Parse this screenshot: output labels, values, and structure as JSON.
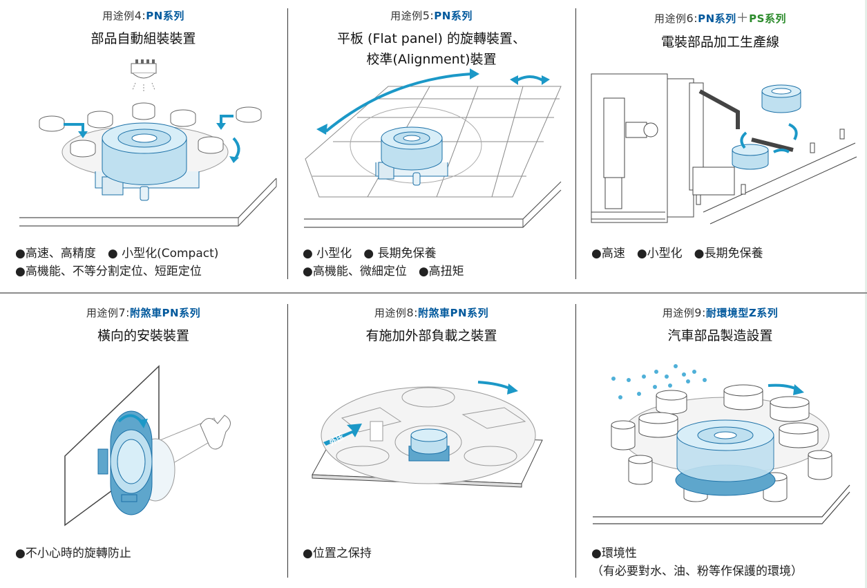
{
  "colors": {
    "accent_blue": "#00589c",
    "cyan": "#1b98c7",
    "green": "#2a8a2a",
    "line": "#555555"
  },
  "panels": [
    {
      "app_prefix": "用途例",
      "num": "4:",
      "series": "PN系列",
      "series2": "",
      "title1": "部品自動組裝裝置",
      "title2": "",
      "bullets": [
        "●高速、高精度　● 小型化(Compact)",
        "●高機能、不等分割定位、短距定位"
      ]
    },
    {
      "app_prefix": "用途例",
      "num": "5:",
      "series": "PN系列",
      "series2": "",
      "title1": "平板 (Flat panel) 的旋轉裝置、",
      "title2": "校準(Alignment)裝置",
      "bullets": [
        "● 小型化　● 長期免保養",
        "●高機能、微細定位　●高扭矩"
      ]
    },
    {
      "app_prefix": "用途例",
      "num": "6:",
      "series": "PN系列",
      "plus": "＋",
      "series2": "PS系列",
      "title1": "電裝部品加工生產線",
      "title2": "",
      "bullets": [
        "●高速　●小型化　●長期免保養"
      ]
    },
    {
      "app_prefix": "用途例",
      "num": "7:",
      "series": "附煞車PN系列",
      "series2": "",
      "title1": "橫向的安裝裝置",
      "title2": "",
      "bullets": [
        "●不小心時的旋轉防止"
      ]
    },
    {
      "app_prefix": "用途例",
      "num": "8:",
      "series": "附煞車PN系列",
      "series2": "",
      "title1": "有施加外部負載之裝置",
      "title2": "",
      "bullets": [
        "●位置之保持"
      ]
    },
    {
      "app_prefix": "用途例",
      "num": "9:",
      "series": "耐環境型Z系列",
      "series2": "",
      "title1": "汽車部品製造設置",
      "title2": "",
      "bullets": [
        "●環境性",
        "（有必要對水、油、粉等作保護的環境）"
      ]
    }
  ],
  "labels": {
    "external_pressure": "外压"
  }
}
